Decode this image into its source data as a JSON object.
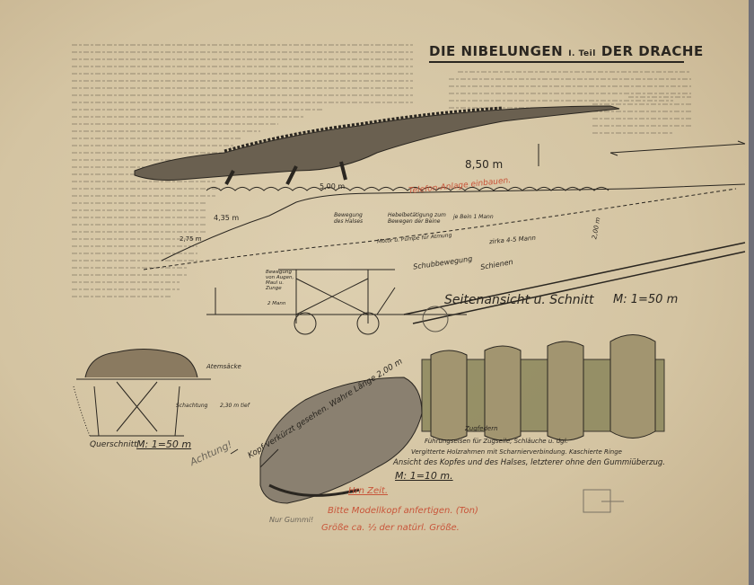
{
  "title": {
    "main": "DIE NIBELUNGEN",
    "part": "I. Teil",
    "subtitle": "DER DRACHE"
  },
  "colors": {
    "paper": "#d8c9a8",
    "ink": "#2a2620",
    "red_pencil": "#c8553a",
    "frame": "#6f6f78"
  },
  "side_view": {
    "length_total": "8,50 m",
    "length_body": "5,00 m",
    "height_1": "4,35 m",
    "height_2": "2,75 m",
    "height_3": "2,00 m",
    "telephone_note": "Telefon-Anlage einbauen.",
    "neck_motion": "Bewegung des Halses",
    "legs_lever": "Hebelbetätigung zum Bewegen der Beine",
    "per_leg": "je Bein 1 Mann",
    "motor": "Motor u. Pumpe für Atmung",
    "crew": "zirka 4-5 Mann",
    "push": "Schubbewegung",
    "rails": "Schienen",
    "eyes": "Bewegung von Augen, Maul u. Zunge",
    "eyes_crew": "2 Mann",
    "caption": "Seitenansicht u. Schnitt",
    "scale": "M: 1=50 m"
  },
  "cross_section": {
    "breath_sacks": "Atemsäcke",
    "pit": "Schachtung",
    "pit_depth": "2,30 m tief",
    "caption": "Querschnitt",
    "scale": "M: 1=50 m",
    "warning": "Achtung!"
  },
  "head_view": {
    "foreshortened": "Kopf verkürzt gesehen. Wahre Länge 2,00 m",
    "springs": "Zugfedern",
    "guides": "Führungseisen für Zugseile, Schläuche u. dgl.",
    "frames": "Vergitterte Holzrahmen mit Scharnierverbindung. Kaschierte Ringe",
    "caption": "Ansicht des Kopfes und des Halses, letzterer ohne den Gummiüberzug.",
    "scale": "M: 1=10 m."
  },
  "notes": {
    "addressee": "Hrn Zeit.",
    "request": "Bitte Modellkopf anfertigen. (Ton)",
    "size": "Größe ca. ½ der natürl. Größe.",
    "rubber": "Nur Gummi!"
  }
}
